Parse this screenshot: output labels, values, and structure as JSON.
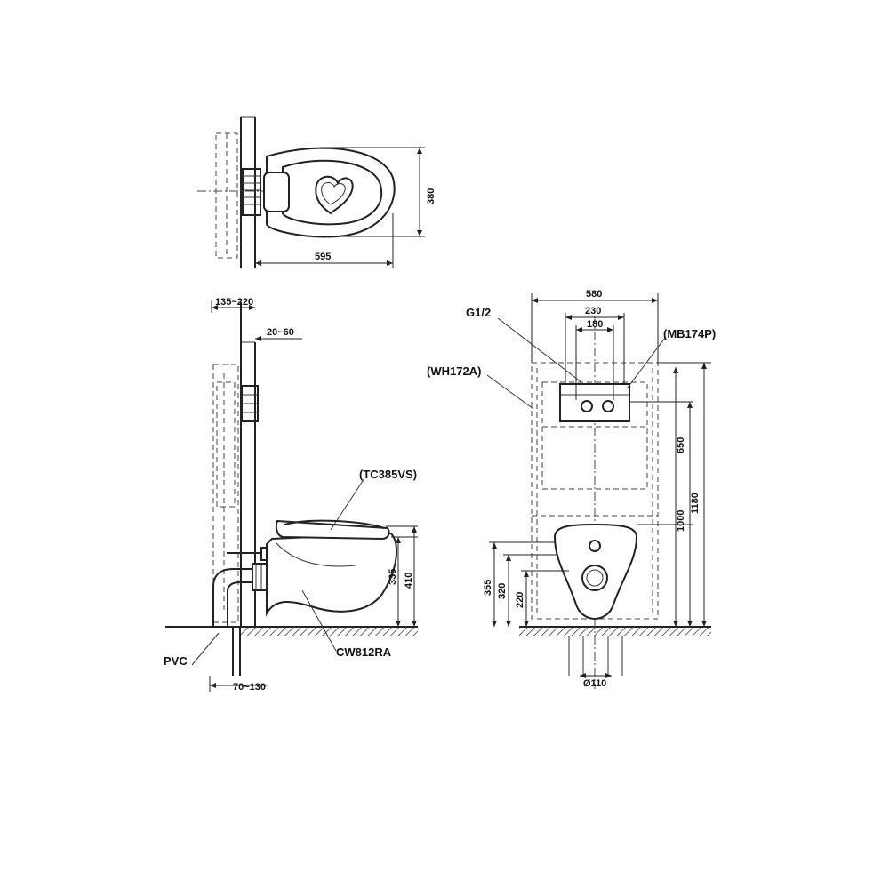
{
  "top_view": {
    "dim_width": "595",
    "dim_depth": "380"
  },
  "side_view": {
    "dim_frame_depth": "135~220",
    "dim_flush_offset": "20~60",
    "dim_pipe_offset": "70~130",
    "dim_bowl_height": "335",
    "dim_seat_height": "410",
    "label_seat": "(TC385VS)",
    "label_bowl": "CW812RA",
    "label_pipe": "PVC"
  },
  "front_view": {
    "dim_frame_width": "580",
    "dim_plate_width": "230",
    "dim_button_spacing": "180",
    "dim_plate_height": "650",
    "dim_outlet_height": "1000",
    "dim_frame_height": "1180",
    "dim_bolt_height": "355",
    "dim_inlet_height": "320",
    "dim_drain_height": "220",
    "dim_drain_diameter": "Ø110",
    "label_supply": "G1/2",
    "label_plate": "(MB174P)",
    "label_frame": "(WH172A)"
  }
}
